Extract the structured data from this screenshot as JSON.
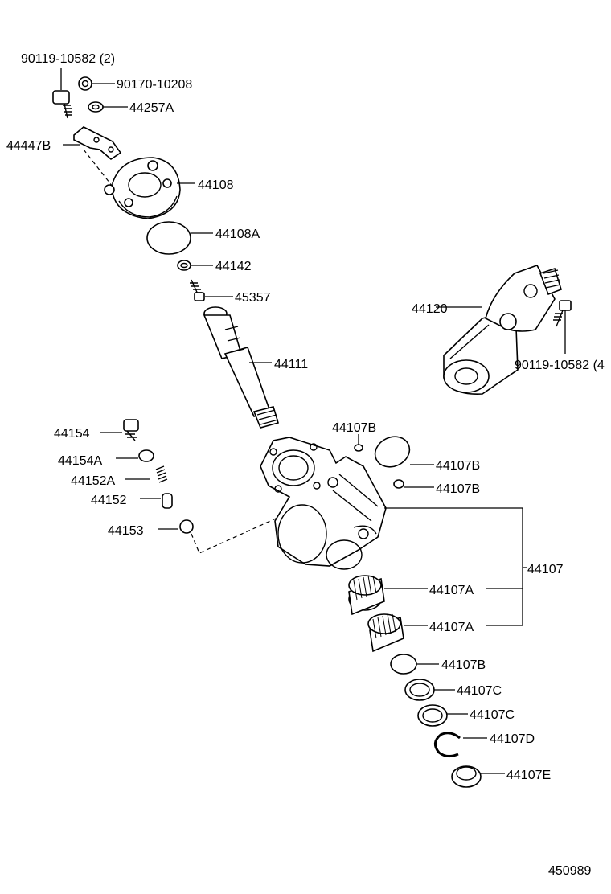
{
  "labels": {
    "bolt_top": "90119-10582 (2)",
    "nut": "90170-10208",
    "washer_top": "44257A",
    "bracket": "44447B",
    "cover": "44108",
    "oring_cover": "44108A",
    "ring_small": "44142",
    "screw": "45357",
    "shaft": "44111",
    "valve": "44120",
    "bolt_valve": "90119-10582 (4",
    "plug": "44154",
    "plug_gasket": "44154A",
    "spring": "44152A",
    "pin": "44152",
    "ball": "44153",
    "oring_tiny": "44107B",
    "oring_large": "44107B",
    "oring_side": "44107B",
    "housing": "44107",
    "bearing_1": "44107A",
    "bearing_2": "44107A",
    "ring_lower": "44107B",
    "seal_1": "44107C",
    "seal_2": "44107C",
    "snap_ring": "44107D",
    "bush": "44107E",
    "diagram_no": "450989"
  }
}
